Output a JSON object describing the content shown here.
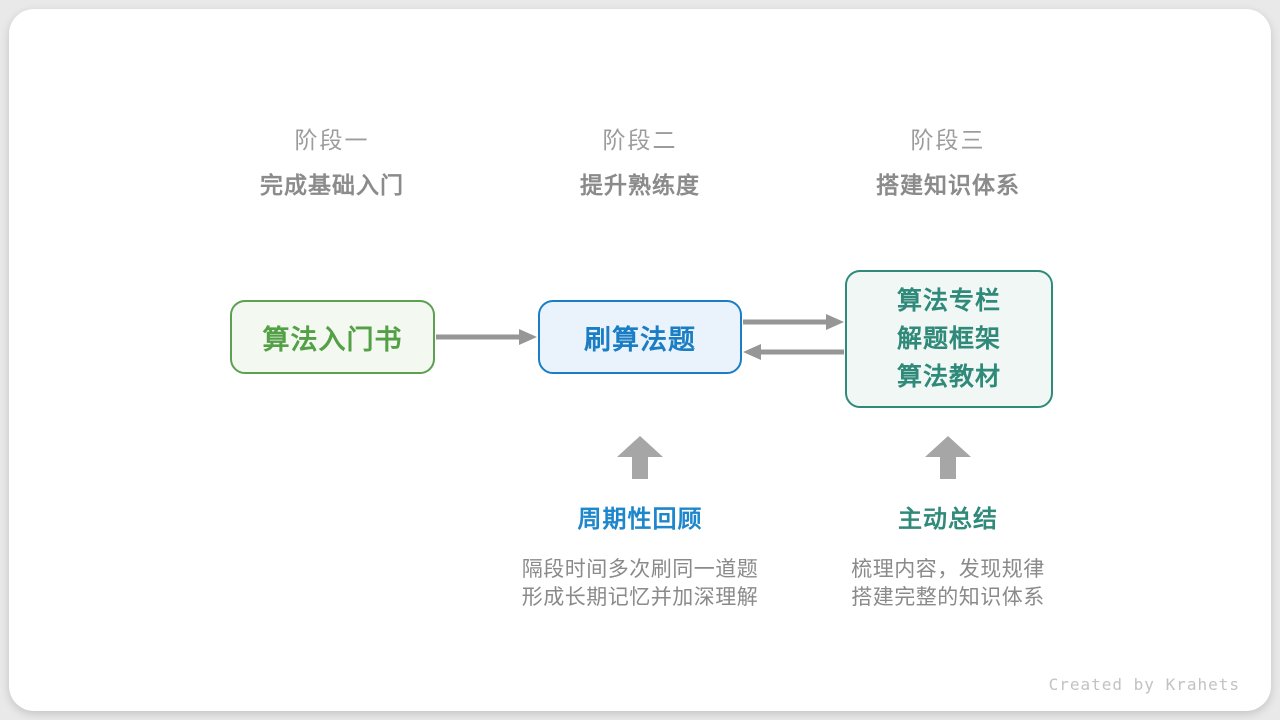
{
  "stages": [
    {
      "label": "阶段一",
      "subtitle": "完成基础入门"
    },
    {
      "label": "阶段二",
      "subtitle": "提升熟练度"
    },
    {
      "label": "阶段三",
      "subtitle": "搭建知识体系"
    }
  ],
  "nodes": {
    "intro_book": {
      "label": "算法入门书"
    },
    "practice": {
      "label": "刷算法题"
    },
    "knowledge": {
      "lines": [
        "算法专栏",
        "解题框架",
        "算法教材"
      ]
    }
  },
  "annotations": [
    {
      "title": "周期性回顾",
      "lines": [
        "隔段时间多次刷同一道题",
        "形成长期记忆并加深理解"
      ]
    },
    {
      "title": "主动总结",
      "lines": [
        "梳理内容，发现规律",
        "搭建完整的知识体系"
      ]
    }
  ],
  "credit": "Created by Krahets",
  "icons": {
    "flow_arrow_right": "right-arrow",
    "feedback_arrow_left": "left-arrow",
    "up_block_arrow": "block-up-arrow"
  },
  "colors": {
    "green": "#53a047",
    "green_bg": "#f3f8f1",
    "blue": "#1b7ec4",
    "blue_bg": "#eaf3fb",
    "teal": "#2f8a7a",
    "teal_bg": "#f0f7f4",
    "arrow_gray": "#969696",
    "up_arrow_gray": "#a6a6a6",
    "heading_gray": "#9c9c9c",
    "subtitle_gray": "#8b8b8b",
    "body_gray": "#8a8a8a",
    "credit_gray": "#c2c2c2",
    "card_bg": "#ffffff",
    "page_bg": "#e9e9e9"
  }
}
